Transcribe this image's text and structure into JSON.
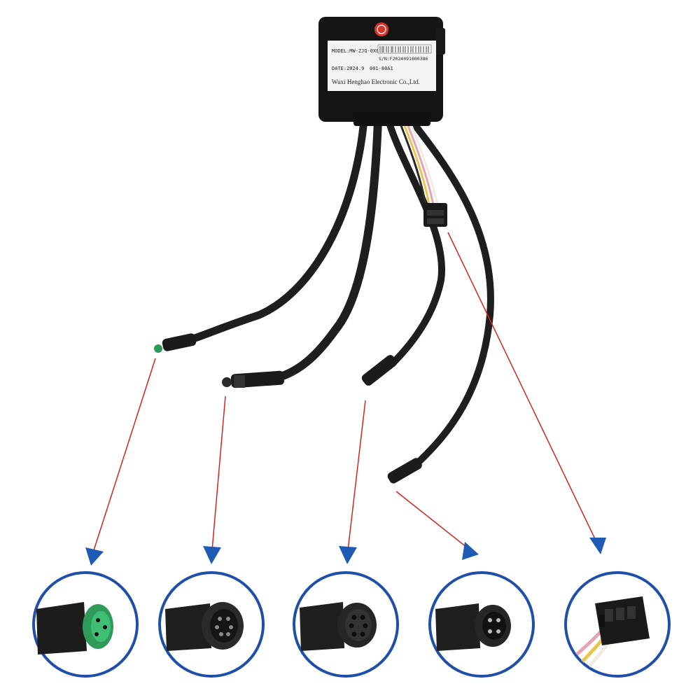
{
  "product_label": {
    "model": "MODEL:MW-ZJQ-0X0",
    "serial": "S/N:F2024091600386",
    "date": "DATE:2024.9",
    "code": "001-80A1",
    "manufacturer": "Wuxi Henghao Electronic Co.,Ltd."
  },
  "colors": {
    "cable": "#1e1e1e",
    "controller_body": "#141414",
    "label_background": "#f4f4f2",
    "arrow_line": "#d2261c",
    "arrowhead": "#1f5bb5",
    "circle_border": "#1f4fa8",
    "connector_green": "#2f9a5a",
    "wire_yellow": "#e9c64a",
    "wire_pink": "#e7a3b4",
    "wire_white": "#f0ece0"
  },
  "callouts": [
    {
      "icon": "green-male-connector-icon"
    },
    {
      "icon": "female-threaded-connector-icon"
    },
    {
      "icon": "female-six-pin-connector-icon"
    },
    {
      "icon": "male-four-pin-connector-icon"
    },
    {
      "icon": "four-pin-plug-connector-icon"
    }
  ]
}
